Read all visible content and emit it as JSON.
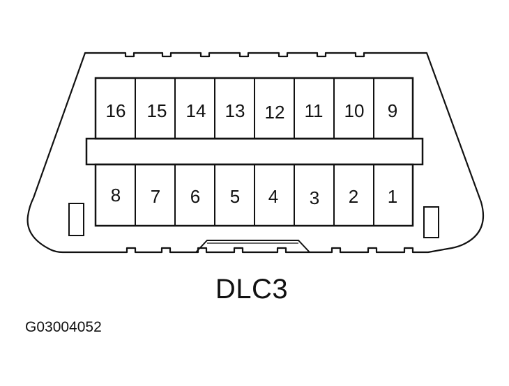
{
  "connector": {
    "title": "DLC3",
    "figure_code": "G03004052",
    "top_row_pins": [
      "16",
      "15",
      "14",
      "13",
      "12",
      "11",
      "10",
      "9"
    ],
    "bottom_row_pins": [
      "8",
      "7",
      "6",
      "5",
      "4",
      "3",
      "2",
      "1"
    ]
  },
  "colors": {
    "line": "#111111",
    "background": "#ffffff"
  }
}
